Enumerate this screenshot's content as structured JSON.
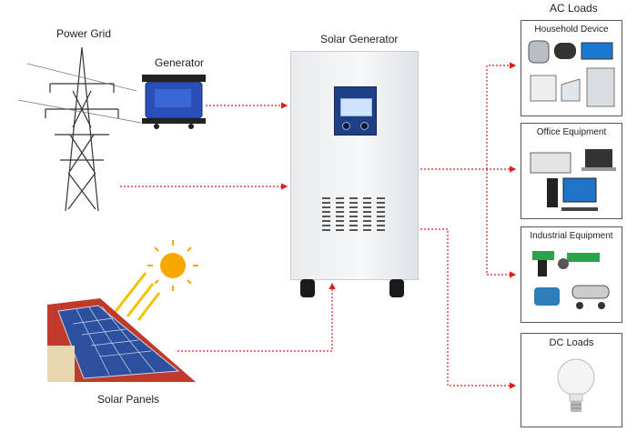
{
  "labels": {
    "power_grid": "Power Grid",
    "generator": "Generator",
    "solar_generator": "Solar Generator",
    "solar_panels": "Solar Panels",
    "ac_loads": "AC Loads"
  },
  "boxes": {
    "household": "Household Device",
    "office": "Office Equipment",
    "industrial": "Industrial Equipment",
    "dc": "DC Loads"
  },
  "colors": {
    "connector": "#d81e1e",
    "box_border": "#555555",
    "sun": "#f7a800",
    "panel_blue": "#2c4f9e",
    "roof": "#c0392b"
  },
  "icons": [
    "transmission-tower-icon",
    "generator-icon",
    "sun-icon",
    "solar-panel-roof-icon",
    "lcd-display-icon",
    "light-bulb-icon",
    "pressure-cooker-icon",
    "refrigerator-icon",
    "printer-icon",
    "laptop-icon",
    "desktop-computer-icon",
    "drill-icon",
    "angle-grinder-icon",
    "motor-icon",
    "air-compressor-icon"
  ]
}
